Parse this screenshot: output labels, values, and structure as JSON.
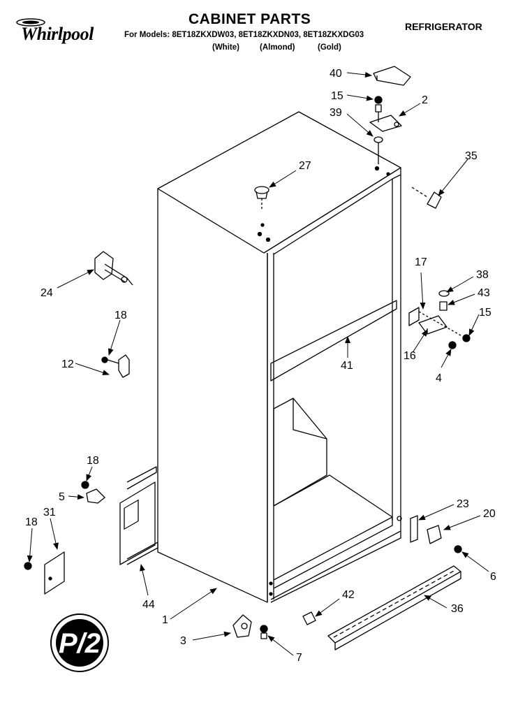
{
  "header": {
    "brand": "Whirlpool",
    "title": "CABINET PARTS",
    "models_line": "For Models: 8ET18ZKXDW03, 8ET18ZKXDN03, 8ET18ZKXDG03",
    "variants": [
      "(White)",
      "(Almond)",
      "(Gold)"
    ],
    "category": "REFRIGERATOR"
  },
  "callouts": [
    {
      "id": "c40",
      "label": "40"
    },
    {
      "id": "c15a",
      "label": "15"
    },
    {
      "id": "c2",
      "label": "2"
    },
    {
      "id": "c39",
      "label": "39"
    },
    {
      "id": "c27",
      "label": "27"
    },
    {
      "id": "c35",
      "label": "35"
    },
    {
      "id": "c24",
      "label": "24"
    },
    {
      "id": "c18a",
      "label": "18"
    },
    {
      "id": "c12",
      "label": "12"
    },
    {
      "id": "c17",
      "label": "17"
    },
    {
      "id": "c38",
      "label": "38"
    },
    {
      "id": "c43",
      "label": "43"
    },
    {
      "id": "c15b",
      "label": "15"
    },
    {
      "id": "c16",
      "label": "16"
    },
    {
      "id": "c4",
      "label": "4"
    },
    {
      "id": "c41",
      "label": "41"
    },
    {
      "id": "c18b",
      "label": "18"
    },
    {
      "id": "c5",
      "label": "5"
    },
    {
      "id": "c31",
      "label": "31"
    },
    {
      "id": "c18c",
      "label": "18"
    },
    {
      "id": "c23",
      "label": "23"
    },
    {
      "id": "c20",
      "label": "20"
    },
    {
      "id": "c6",
      "label": "6"
    },
    {
      "id": "c42",
      "label": "42"
    },
    {
      "id": "c36",
      "label": "36"
    },
    {
      "id": "c44",
      "label": "44"
    },
    {
      "id": "c1",
      "label": "1"
    },
    {
      "id": "c3",
      "label": "3"
    },
    {
      "id": "c7",
      "label": "7"
    }
  ],
  "stamp": {
    "text": "P/2"
  }
}
